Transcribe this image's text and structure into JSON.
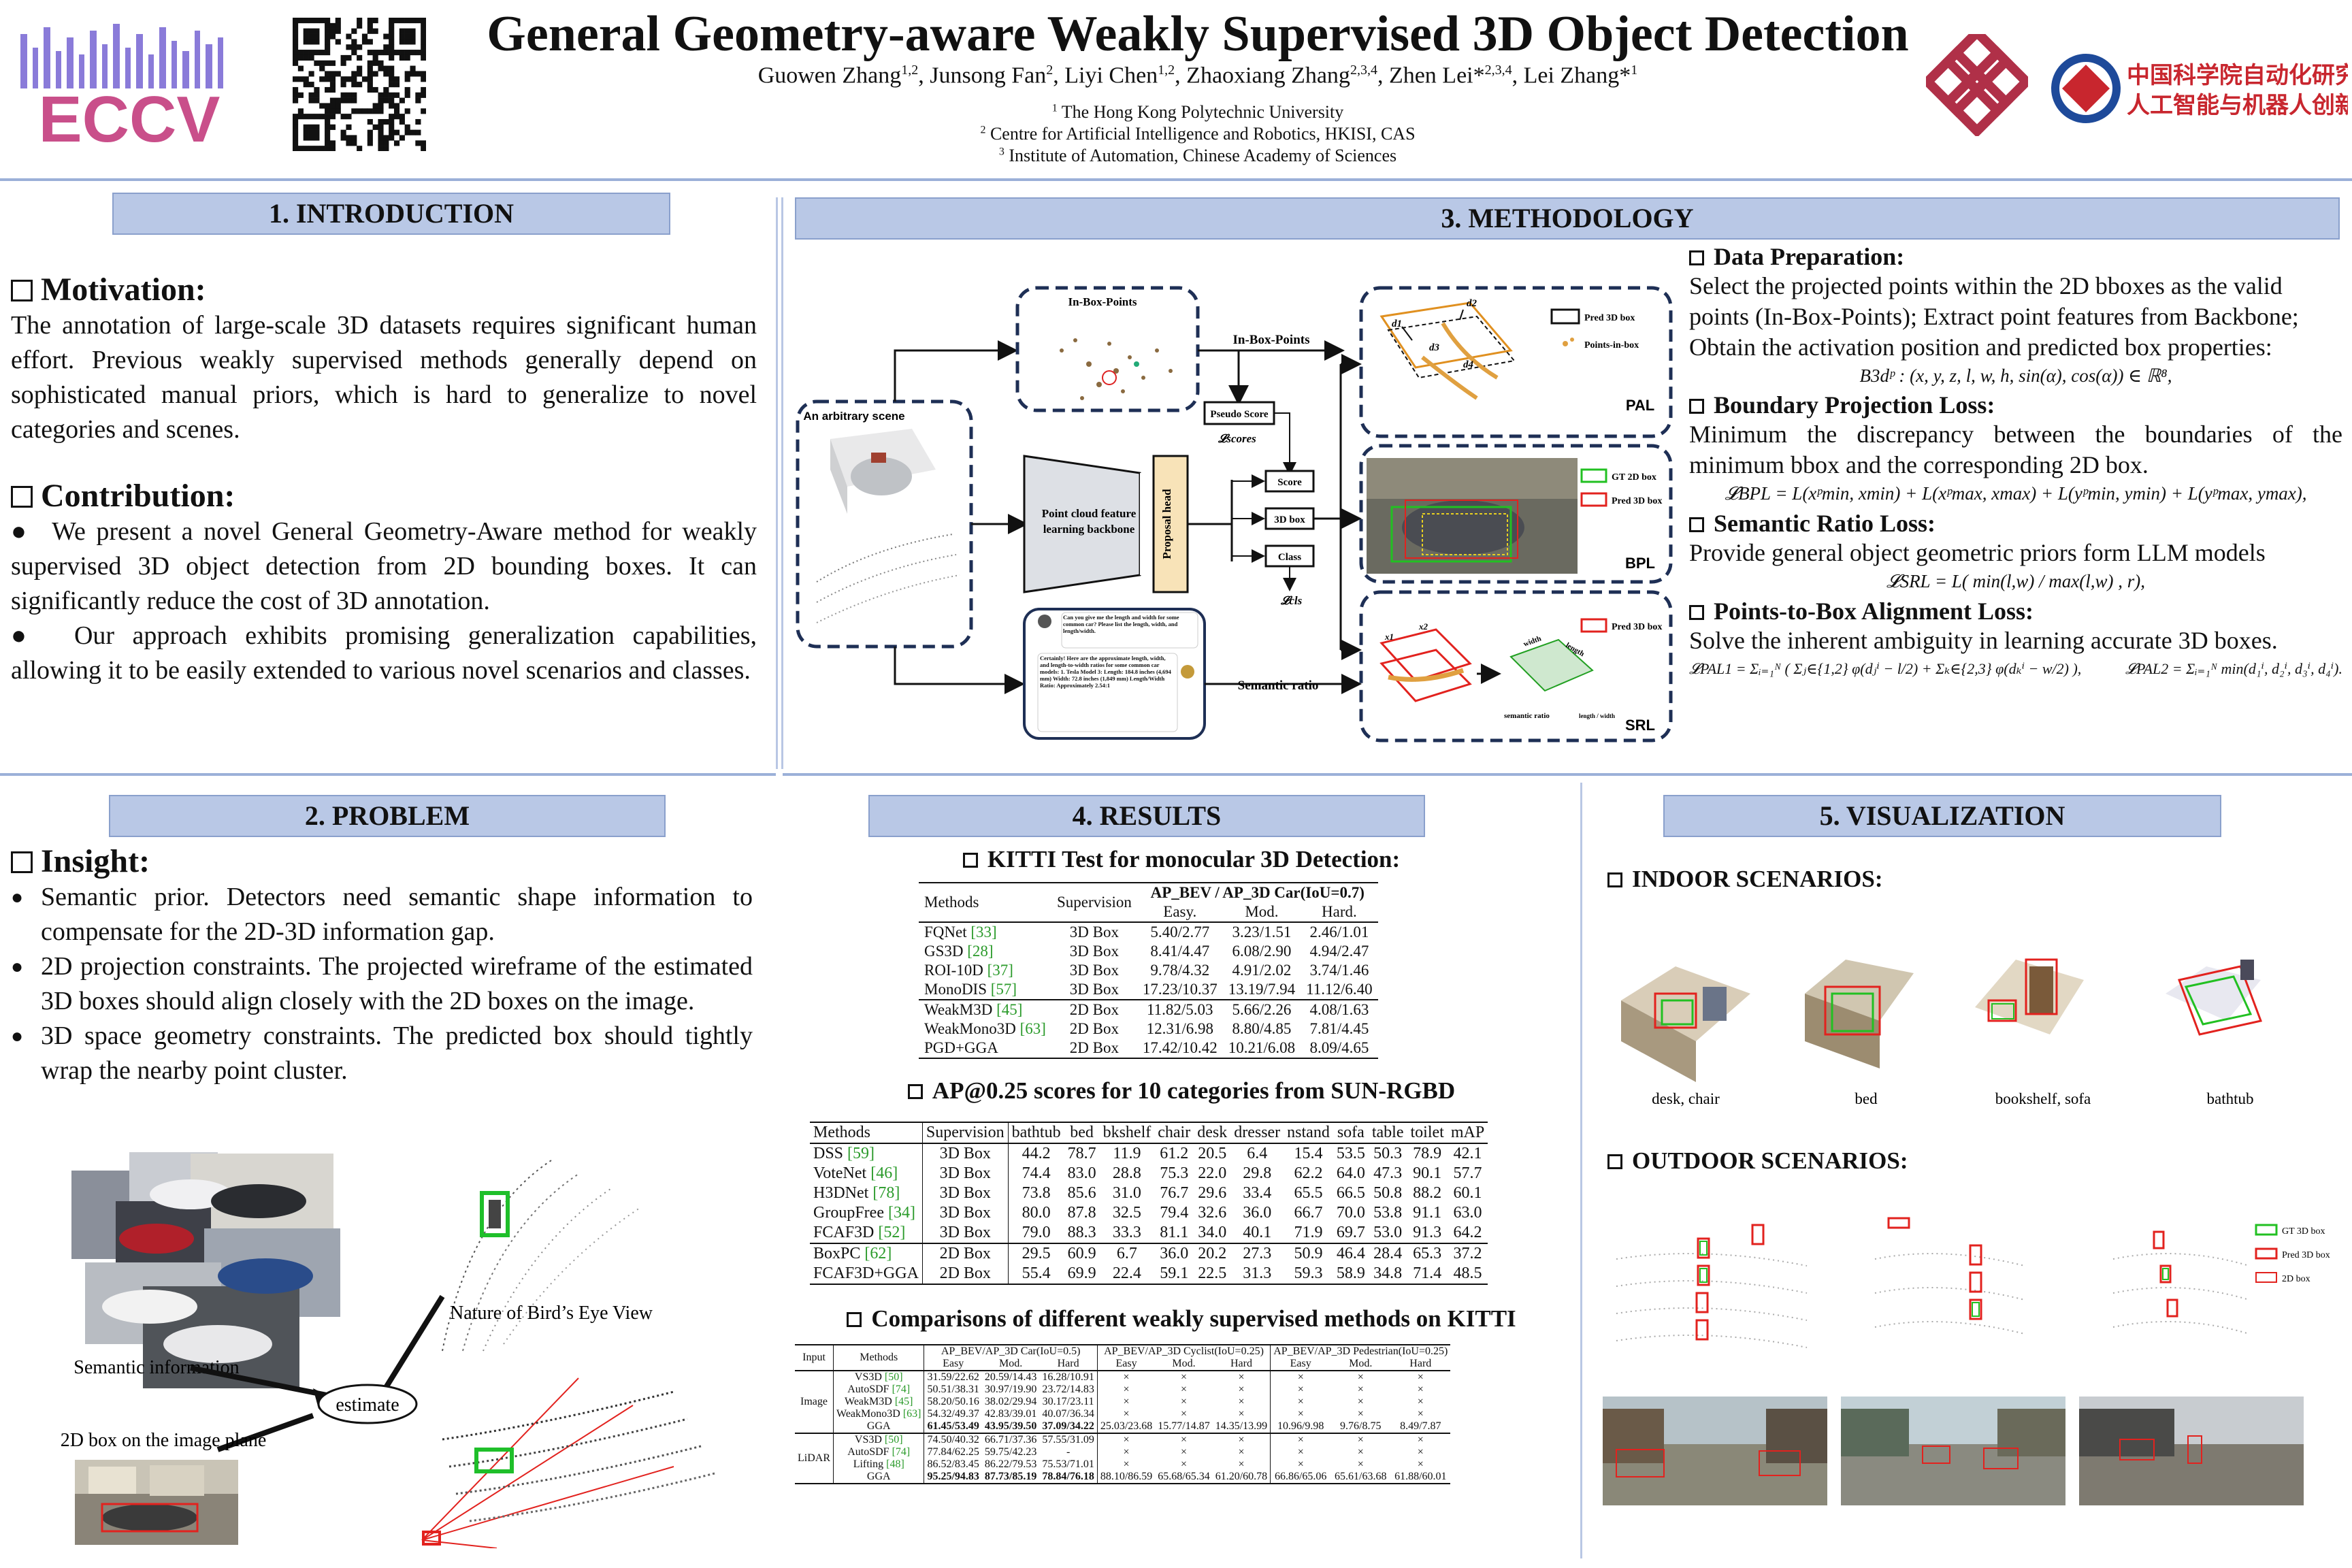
{
  "header": {
    "title": "General Geometry-aware Weakly Supervised 3D Object Detection",
    "authors_html": "Guowen Zhang<sup>1,2</sup>, Junsong Fan<sup>2</sup>, Liyi Chen<sup>1,2</sup>, Zhaoxiang Zhang<sup>2,3,4</sup>, Zhen Lei*<sup>2,3,4</sup>, Lei Zhang*<sup>1</sup>",
    "affil1": "The Hong Kong Polytechnic University",
    "affil2": "Centre for Artificial Intelligence and Robotics, HKISI, CAS",
    "affil3": "Institute of Automation, Chinese Academy of Sciences",
    "logo_left": "ECCV",
    "logo_right_line1": "中国科学院自动化研究所",
    "logo_right_line2": "人工智能与机器人创新中心"
  },
  "intro": {
    "heading": "1. INTRODUCTION",
    "motivation_title": "Motivation:",
    "motivation_text": "The annotation of large-scale 3D datasets requires significant human effort. Previous weakly supervised  methods generally depend on sophisticated manual priors, which is hard to generalize to novel categories and scenes.",
    "contribution_title": "Contribution:",
    "contributions": [
      "We present a novel General Geometry-Aware method for weakly supervised 3D object detection from 2D bounding boxes. It can significantly reduce the cost of 3D annotation.",
      "Our approach exhibits promising generalization capabilities, allowing it to be easily extended to various novel scenarios and classes."
    ]
  },
  "problem": {
    "heading": "2. PROBLEM",
    "insight_title": "Insight:",
    "bullets": [
      "Semantic prior. Detectors need semantic shape information to compensate for the 2D-3D information gap.",
      "2D projection constraints. The projected wireframe of the estimated 3D boxes should align closely with the 2D boxes on the image.",
      "3D space geometry constraints. The predicted box should tightly wrap the nearby point cluster."
    ],
    "fig_labels": {
      "semantic": "Semantic information",
      "bev": "Nature of Bird’s Eye View",
      "estimate": "estimate",
      "box2d": "2D box on the image plane"
    }
  },
  "method": {
    "heading": "3. METHODOLOGY",
    "diagram": {
      "scene": "An arbitrary scene",
      "inbox_top": "In-Box-Points",
      "inbox_arrow": "In-Box-Points",
      "pseudo": "Pseudo Score",
      "lscores": "𝓛scores",
      "backbone": "Point cloud feature learning backbone",
      "head": "Proposal head",
      "score": "Score",
      "box3d": "3D box",
      "class": "Class",
      "lcls": "𝓛cls",
      "pal": "PAL",
      "bpl": "BPL",
      "srl": "SRL",
      "pred3d": "Pred 3D box",
      "pib": "Points-in-box",
      "gt2d": "GT 2D box",
      "pred3d_b": "Pred 3D box",
      "pred3d_c": "Pred 3D box",
      "semratio": "Semantic ratio",
      "q": "Can you give me the length and width for some common car? Please list the length, width, and length/width.",
      "a": "Certainly! Here are the approximate length, width, and length-to-width ratios for some common car models: 1. Tesla Model 3: Length: 184.8 inches (4,694 mm) Width: 72.8 inches (1,849 mm) Length/Width Ratio: Approximately 2.54:1",
      "srl_caption": "semantic ratio",
      "srl_frac": "length / width",
      "d1": "d1",
      "d2": "d2",
      "d3": "d3",
      "d4": "d4",
      "x1": "x1",
      "x2": "x2",
      "width": "width",
      "length": "length"
    },
    "dp_title": "Data Preparation:",
    "dp_text": "Select the projected points within the 2D bboxes as the  valid points (In-Box-Points); Extract point features from Backbone; Obtain the activation position and predicted box properties:",
    "dp_eq": "B3dᵖ : (x, y, z, l, w, h, sin(α), cos(α)) ∈ ℝ⁸,",
    "bpl_title": "Boundary Projection Loss:",
    "bpl_text": "Minimum  the  discrepancy  between  the  boundaries  of  the minimum bbox and the corresponding 2D box.",
    "bpl_eq": "𝓛BPL = L(xᵖmin, xmin) + L(xᵖmax, xmax) + L(yᵖmin, ymin) + L(yᵖmax, ymax),",
    "srl_title": "Semantic Ratio Loss:",
    "srl_text": "Provide general object geometric priors form LLM models",
    "srl_eq": "𝓛SRL = L( min(l,w) / max(l,w) , r),",
    "pal_title": "Points-to-Box Alignment Loss:",
    "pal_text": "Solve the inherent ambiguity in learning accurate 3D boxes.",
    "pal_eq1": "𝓛PAL1 = Σᵢ₌₁ᴺ ( Σⱼ∈{1,2} φ(dⱼⁱ − l/2) + Σₖ∈{2,3} φ(dₖⁱ − w/2) ),",
    "pal_eq2": "𝓛PAL2 = Σᵢ₌₁ᴺ min(d₁ⁱ, d₂ⁱ, d₃ⁱ, d₄ⁱ)."
  },
  "results": {
    "heading": "4. RESULTS",
    "t1_title": "KITTI Test for monocular 3D Detection:",
    "t1_head": [
      "Methods",
      "Supervision",
      "AP_BEV / AP_3D Car(IoU=0.7)",
      "Easy.",
      "Mod.",
      "Hard."
    ],
    "t1_rows": [
      [
        "FQNet",
        "[33]",
        "3D Box",
        "5.40/2.77",
        "3.23/1.51",
        "2.46/1.01"
      ],
      [
        "GS3D",
        "[28]",
        "3D Box",
        "8.41/4.47",
        "6.08/2.90",
        "4.94/2.47"
      ],
      [
        "ROI-10D",
        "[37]",
        "3D Box",
        "9.78/4.32",
        "4.91/2.02",
        "3.74/1.46"
      ],
      [
        "MonoDIS",
        "[57]",
        "3D Box",
        "17.23/10.37",
        "13.19/7.94",
        "11.12/6.40"
      ],
      [
        "WeakM3D",
        "[45]",
        "2D Box",
        "11.82/5.03",
        "5.66/2.26",
        "4.08/1.63"
      ],
      [
        "WeakMono3D",
        "[63]",
        "2D Box",
        "12.31/6.98",
        "8.80/4.85",
        "7.81/4.45"
      ],
      [
        "PGD+GGA",
        "",
        "2D Box",
        "17.42/10.42",
        "10.21/6.08",
        "8.09/4.65"
      ]
    ],
    "t2_title": "AP@0.25 scores for 10 categories from SUN-RGBD",
    "t2_head": [
      "Methods",
      "Supervision",
      "bathtub",
      "bed",
      "bkshelf",
      "chair",
      "desk",
      "dresser",
      "nstand",
      "sofa",
      "table",
      "toilet",
      "mAP"
    ],
    "t2_rows": [
      [
        "DSS",
        "[59]",
        "3D Box",
        "44.2",
        "78.7",
        "11.9",
        "61.2",
        "20.5",
        "6.4",
        "15.4",
        "53.5",
        "50.3",
        "78.9",
        "42.1"
      ],
      [
        "VoteNet",
        "[46]",
        "3D Box",
        "74.4",
        "83.0",
        "28.8",
        "75.3",
        "22.0",
        "29.8",
        "62.2",
        "64.0",
        "47.3",
        "90.1",
        "57.7"
      ],
      [
        "H3DNet",
        "[78]",
        "3D Box",
        "73.8",
        "85.6",
        "31.0",
        "76.7",
        "29.6",
        "33.4",
        "65.5",
        "66.5",
        "50.8",
        "88.2",
        "60.1"
      ],
      [
        "GroupFree",
        "[34]",
        "3D Box",
        "80.0",
        "87.8",
        "32.5",
        "79.4",
        "32.6",
        "36.0",
        "66.7",
        "70.0",
        "53.8",
        "91.1",
        "63.0"
      ],
      [
        "FCAF3D",
        "[52]",
        "3D Box",
        "79.0",
        "88.3",
        "33.3",
        "81.1",
        "34.0",
        "40.1",
        "71.9",
        "69.7",
        "53.0",
        "91.3",
        "64.2"
      ],
      [
        "BoxPC",
        "[62]",
        "2D Box",
        "29.5",
        "60.9",
        "6.7",
        "36.0",
        "20.2",
        "27.3",
        "50.9",
        "46.4",
        "28.4",
        "65.3",
        "37.2"
      ],
      [
        "FCAF3D+GGA",
        "",
        "2D Box",
        "55.4",
        "69.9",
        "22.4",
        "59.1",
        "22.5",
        "31.3",
        "59.3",
        "58.9",
        "34.8",
        "71.4",
        "48.5"
      ]
    ],
    "t3_title": "Comparisons of different weakly supervised methods on KITTI",
    "t3_head_groups": [
      "AP_BEV/AP_3D Car(IoU=0.5)",
      "AP_BEV/AP_3D Cyclist(IoU=0.25)",
      "AP_BEV/AP_3D Pedestrian(IoU=0.25)"
    ],
    "t3_sub": [
      "Input",
      "Methods",
      "Easy",
      "Mod.",
      "Hard",
      "Easy",
      "Mod.",
      "Hard",
      "Easy",
      "Mod.",
      "Hard"
    ],
    "t3_image_label": "Image",
    "t3_lidar_label": "LiDAR",
    "t3_image_rows": [
      [
        "VS3D",
        "[50]",
        "31.59/22.62",
        "20.59/14.43",
        "16.28/10.91",
        "×",
        "×",
        "×",
        "×",
        "×",
        "×"
      ],
      [
        "AutoSDF",
        "[74]",
        "50.51/38.31",
        "30.97/19.90",
        "23.72/14.83",
        "×",
        "×",
        "×",
        "×",
        "×",
        "×"
      ],
      [
        "WeakM3D",
        "[45]",
        "58.20/50.16",
        "38.02/29.94",
        "30.17/23.11",
        "×",
        "×",
        "×",
        "×",
        "×",
        "×"
      ],
      [
        "WeakMono3D",
        "[63]",
        "54.32/49.37",
        "42.83/39.01",
        "40.07/36.34",
        "×",
        "×",
        "×",
        "×",
        "×",
        "×"
      ],
      [
        "GGA",
        "",
        "61.45/53.49",
        "43.95/39.50",
        "37.09/34.22",
        "25.03/23.68",
        "15.77/14.87",
        "14.35/13.99",
        "10.96/9.98",
        "9.76/8.75",
        "8.49/7.87"
      ]
    ],
    "t3_lidar_rows": [
      [
        "VS3D",
        "[50]",
        "74.50/40.32",
        "66.71/37.36",
        "57.55/31.09",
        "×",
        "×",
        "×",
        "×",
        "×",
        "×"
      ],
      [
        "AutoSDF",
        "[74]",
        "77.84/62.25",
        "59.75/42.23",
        "-",
        "×",
        "×",
        "×",
        "×",
        "×",
        "×"
      ],
      [
        "Lifting",
        "[48]",
        "86.52/83.45",
        "86.22/79.53",
        "75.53/71.01",
        "×",
        "×",
        "×",
        "×",
        "×",
        "×"
      ],
      [
        "GGA",
        "",
        "95.25/94.83",
        "87.73/85.19",
        "78.84/76.18",
        "88.10/86.59",
        "65.68/65.34",
        "61.20/60.78",
        "66.86/65.06",
        "65.61/63.68",
        "61.88/60.01"
      ]
    ]
  },
  "vis": {
    "heading": "5. VISUALIZATION",
    "indoor": "INDOOR SCENARIOS:",
    "outdoor": "OUTDOOR SCENARIOS:",
    "captions": [
      "desk, chair",
      "bed",
      "bookshelf, sofa",
      "bathtub"
    ],
    "legend": [
      "GT 3D box",
      "Pred 3D box",
      "2D box"
    ]
  }
}
